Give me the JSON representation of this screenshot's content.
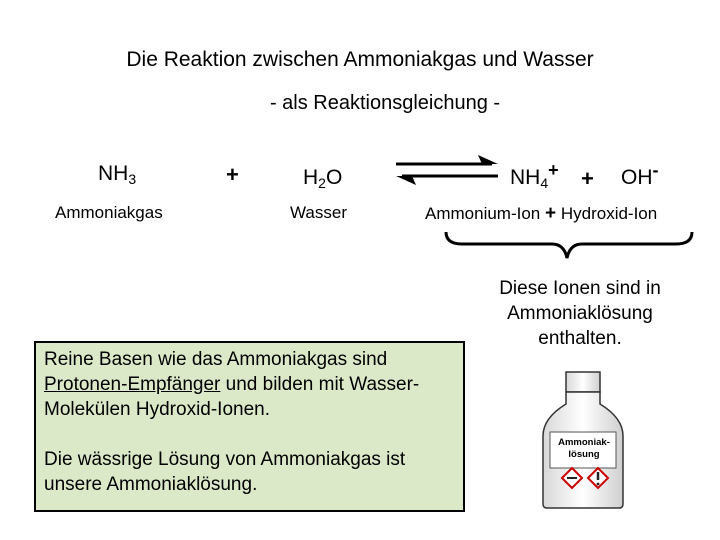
{
  "title": "Die Reaktion zwischen Ammoniakgas und Wasser",
  "subtitle": "- als Reaktionsgleichung -",
  "equation": {
    "reactant1": {
      "base": "NH",
      "sub": "3",
      "name": "Ammoniakgas"
    },
    "plus1": "+",
    "reactant2": {
      "base": "H",
      "sub": "2",
      "tail": "O",
      "name": "Wasser"
    },
    "product1": {
      "base": "NH",
      "sub": "4",
      "sup": "+",
      "name": "Ammonium-Ion"
    },
    "plus2": "+",
    "product2": {
      "base": "OH",
      "sup": "-",
      "name": "Hydroxid-Ion"
    },
    "plus_names": "+"
  },
  "note": {
    "line1": "Diese Ionen sind in",
    "line2": "Ammoniaklösung",
    "line3": "enthalten."
  },
  "box": {
    "p1_before": "Reine Basen wie das Ammoniakgas sind ",
    "p1_underline": "Protonen-Empfänger",
    "p1_after": " und bilden mit Wasser-Molekülen Hydroxid-Ionen.",
    "p2": "Die wässrige Lösung von Ammoniakgas ist unsere Ammoniaklösung."
  },
  "bottle": {
    "label_line1": "Ammoniak-",
    "label_line2": "lösung"
  }
}
